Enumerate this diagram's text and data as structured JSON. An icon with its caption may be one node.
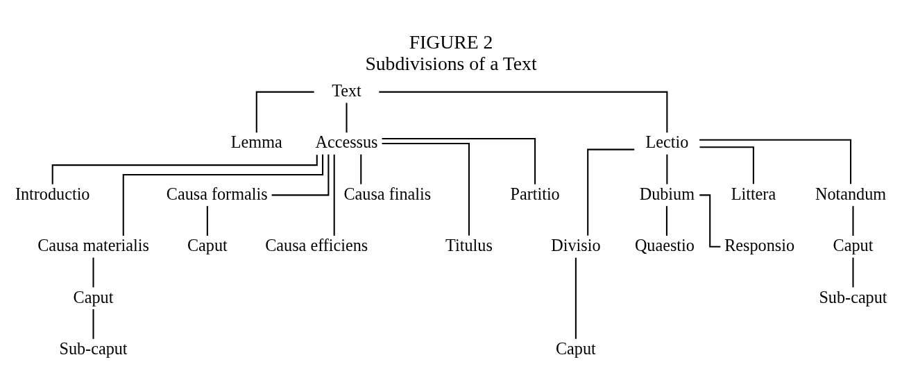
{
  "diagram": {
    "title": "FIGURE 2",
    "caption": "Subdivisions of a Text",
    "nodes": [
      {
        "text": [
          "Text"
        ]
      },
      {
        "text": [
          "Lemma"
        ]
      },
      {
        "text": [
          "Accessus"
        ]
      },
      {
        "text": [
          "Lectio"
        ]
      },
      {
        "text": [
          "Introductio"
        ]
      },
      {
        "text": [
          "Causa materialis"
        ]
      },
      {
        "text": [
          "Causa formalis"
        ]
      },
      {
        "text": [
          "Causa efficiens"
        ]
      },
      {
        "text": [
          "Causa finalis"
        ]
      },
      {
        "text": [
          "Titulus"
        ]
      },
      {
        "text": [
          "Partitio"
        ]
      },
      {
        "text": [
          "Caput"
        ]
      },
      {
        "text": [
          "Sub-caput"
        ]
      },
      {
        "text": [
          "Caput"
        ]
      },
      {
        "text": [
          "Divisio"
        ]
      },
      {
        "text": [
          "Dubium"
        ]
      },
      {
        "text": [
          "Littera"
        ]
      },
      {
        "text": [
          "Notandum"
        ]
      },
      {
        "text": [
          "Caput"
        ]
      },
      {
        "text": [
          "Quaestio"
        ]
      },
      {
        "text": [
          "Responsio"
        ]
      },
      {
        "text": [
          "Caput"
        ]
      },
      {
        "text": [
          "Sub-caput"
        ]
      }
    ],
    "edges": [
      {
        "from": 0,
        "to": 1,
        "arrow": "none"
      },
      {
        "from": 0,
        "to": 2,
        "arrow": "none"
      },
      {
        "from": 0,
        "to": 3,
        "arrow": "none"
      },
      {
        "from": 2,
        "to": 4,
        "arrow": "none"
      },
      {
        "from": 2,
        "to": 5,
        "arrow": "none"
      },
      {
        "from": 2,
        "to": 6,
        "arrow": "none"
      },
      {
        "from": 2,
        "to": 7,
        "arrow": "none"
      },
      {
        "from": 2,
        "to": 8,
        "arrow": "none"
      },
      {
        "from": 2,
        "to": 9,
        "arrow": "none"
      },
      {
        "from": 2,
        "to": 10,
        "arrow": "none"
      },
      {
        "from": 5,
        "to": 11,
        "arrow": "none"
      },
      {
        "from": 11,
        "to": 12,
        "arrow": "none"
      },
      {
        "from": 6,
        "to": 13,
        "arrow": "none"
      },
      {
        "from": 3,
        "to": 14,
        "arrow": "none"
      },
      {
        "from": 3,
        "to": 15,
        "arrow": "none"
      },
      {
        "from": 3,
        "to": 16,
        "arrow": "none"
      },
      {
        "from": 3,
        "to": 17,
        "arrow": "none"
      },
      {
        "from": 14,
        "to": 18,
        "arrow": "none"
      },
      {
        "from": 15,
        "to": 19,
        "arrow": "none"
      },
      {
        "from": 15,
        "to": 20,
        "arrow": "none"
      },
      {
        "from": 17,
        "to": 21,
        "arrow": "none"
      },
      {
        "from": 21,
        "to": 22,
        "arrow": "none"
      }
    ]
  }
}
